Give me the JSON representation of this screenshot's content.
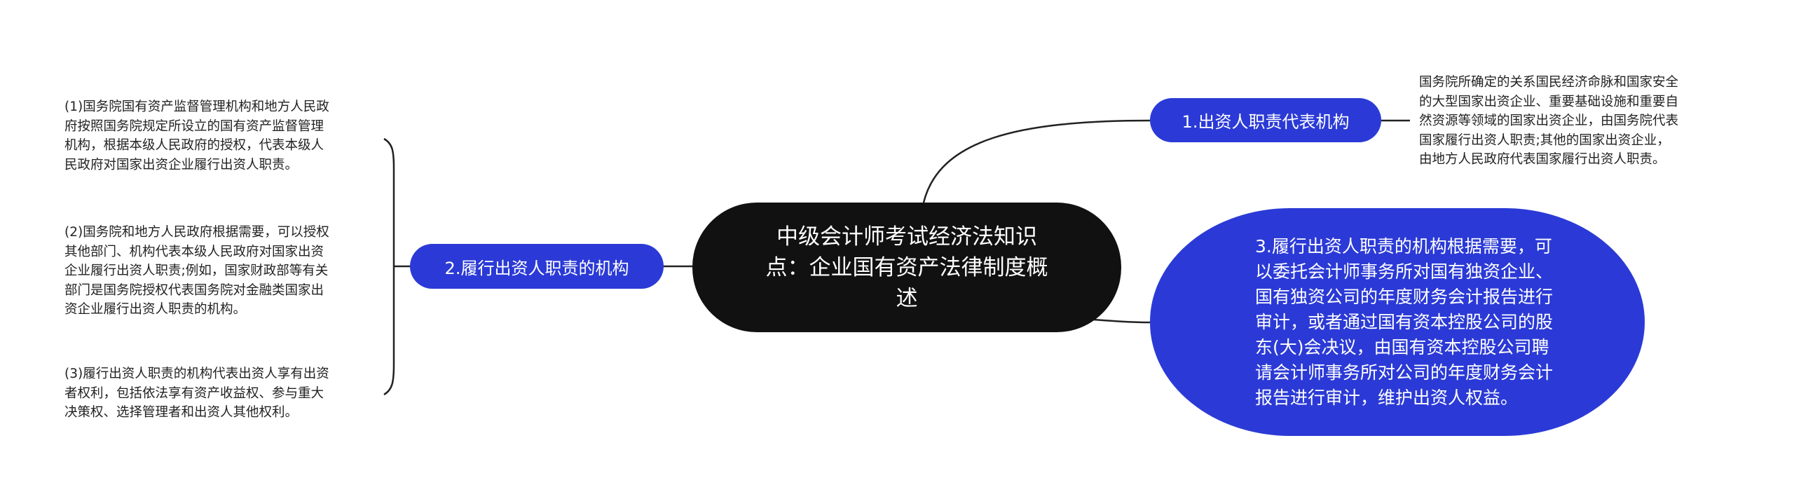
{
  "center": {
    "title": "中级会计师考试经济法知识点：企业国有资产法律制度概述"
  },
  "branches": [
    {
      "label": "1.出资人职责代表机构",
      "details": [
        "国务院所确定的关系国民经济命脉和国家安全的大型国家出资企业、重要基础设施和重要自然资源等领域的国家出资企业，由国务院代表国家履行出资人职责;其他的国家出资企业，由地方人民政府代表国家履行出资人职责。"
      ]
    },
    {
      "label": "2.履行出资人职责的机构",
      "details": [
        "(1)国务院国有资产监督管理机构和地方人民政府按照国务院规定所设立的国有资产监督管理机构，根据本级人民政府的授权，代表本级人民政府对国家出资企业履行出资人职责。",
        "(2)国务院和地方人民政府根据需要，可以授权其他部门、机构代表本级人民政府对国家出资企业履行出资人职责;例如，国家财政部等有关部门是国务院授权代表国务院对金融类国家出资企业履行出资人职责的机构。",
        "(3)履行出资人职责的机构代表出资人享有出资者权利，包括依法享有资产收益权、参与重大决策权、选择管理者和出资人其他权利。"
      ]
    },
    {
      "label": "3.履行出资人职责的机构根据需要，可以委托会计师事务所对国有独资企业、国有独资公司的年度财务会计报告进行审计，或者通过国有资本控股公司的股东(大)会决议，由国有资本控股公司聘请会计师事务所对公司的年度财务会计报告进行审计，维护出资人权益。"
    }
  ],
  "colors": {
    "center": "#111111",
    "branch": "#2b3ad6",
    "line": "#222222"
  }
}
